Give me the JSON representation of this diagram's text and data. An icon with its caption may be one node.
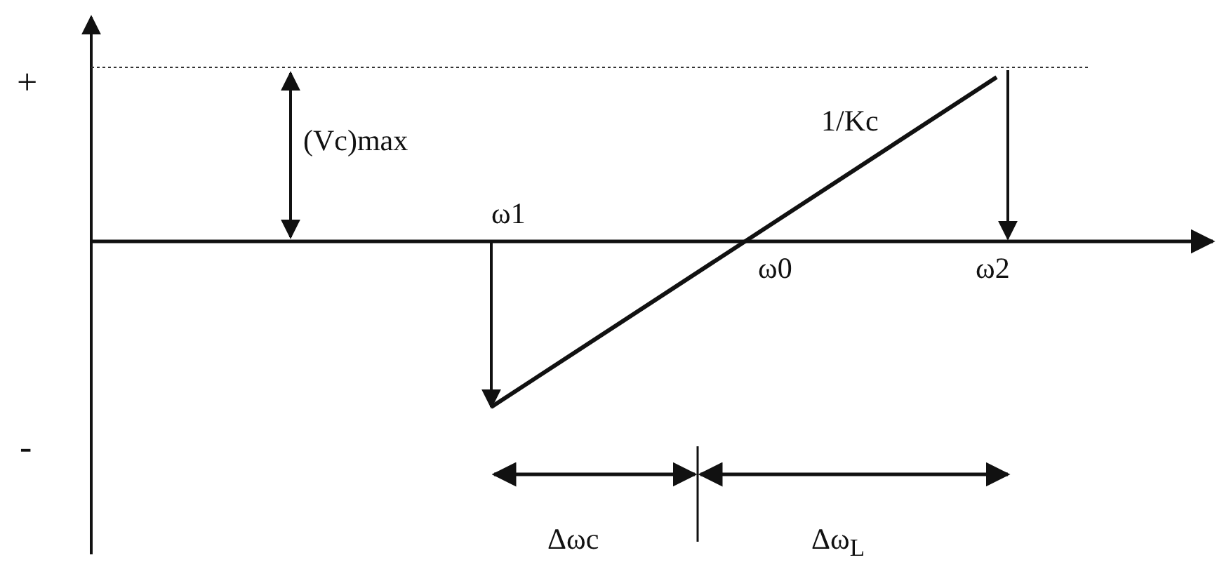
{
  "diagram": {
    "labels": [
      "+",
      "(Vc)max",
      "1/Kc",
      "ω1",
      "ω0",
      "ω2",
      "-",
      "Δωc",
      "Δω$_{L}$"
    ]
  }
}
